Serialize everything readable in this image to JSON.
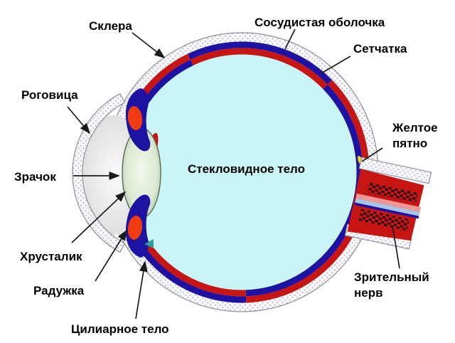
{
  "diagram": {
    "subject": "human-eye-anatomy-cross-section",
    "labels": {
      "sclera": "Склера",
      "choroid": "Сосудистая оболочка",
      "retina": "Сетчатка",
      "cornea": "Роговица",
      "pupil": "Зрачок",
      "macula": "Желтое пятно",
      "vitreous": "Стекловидное тело",
      "lens": "Хрусталик",
      "iris": "Радужка",
      "ciliary": "Цилиарное тело",
      "optic_nerve": "Зрительный нерв"
    }
  },
  "colors": {
    "choroid_red": "#c61512",
    "retina_navy": "#1d12a2",
    "vitreous_cyan": "#c9f5f7",
    "iris_orange": "#ee3b12",
    "macula_yellow": "#f2d411",
    "nerve_pink": "#f09898",
    "nerve_lightblue": "#a6c6e6",
    "outline_gray": "#8f8f9a",
    "arrow_black": "#1a1a1a",
    "teal_pointer": "#2f9e9e"
  }
}
